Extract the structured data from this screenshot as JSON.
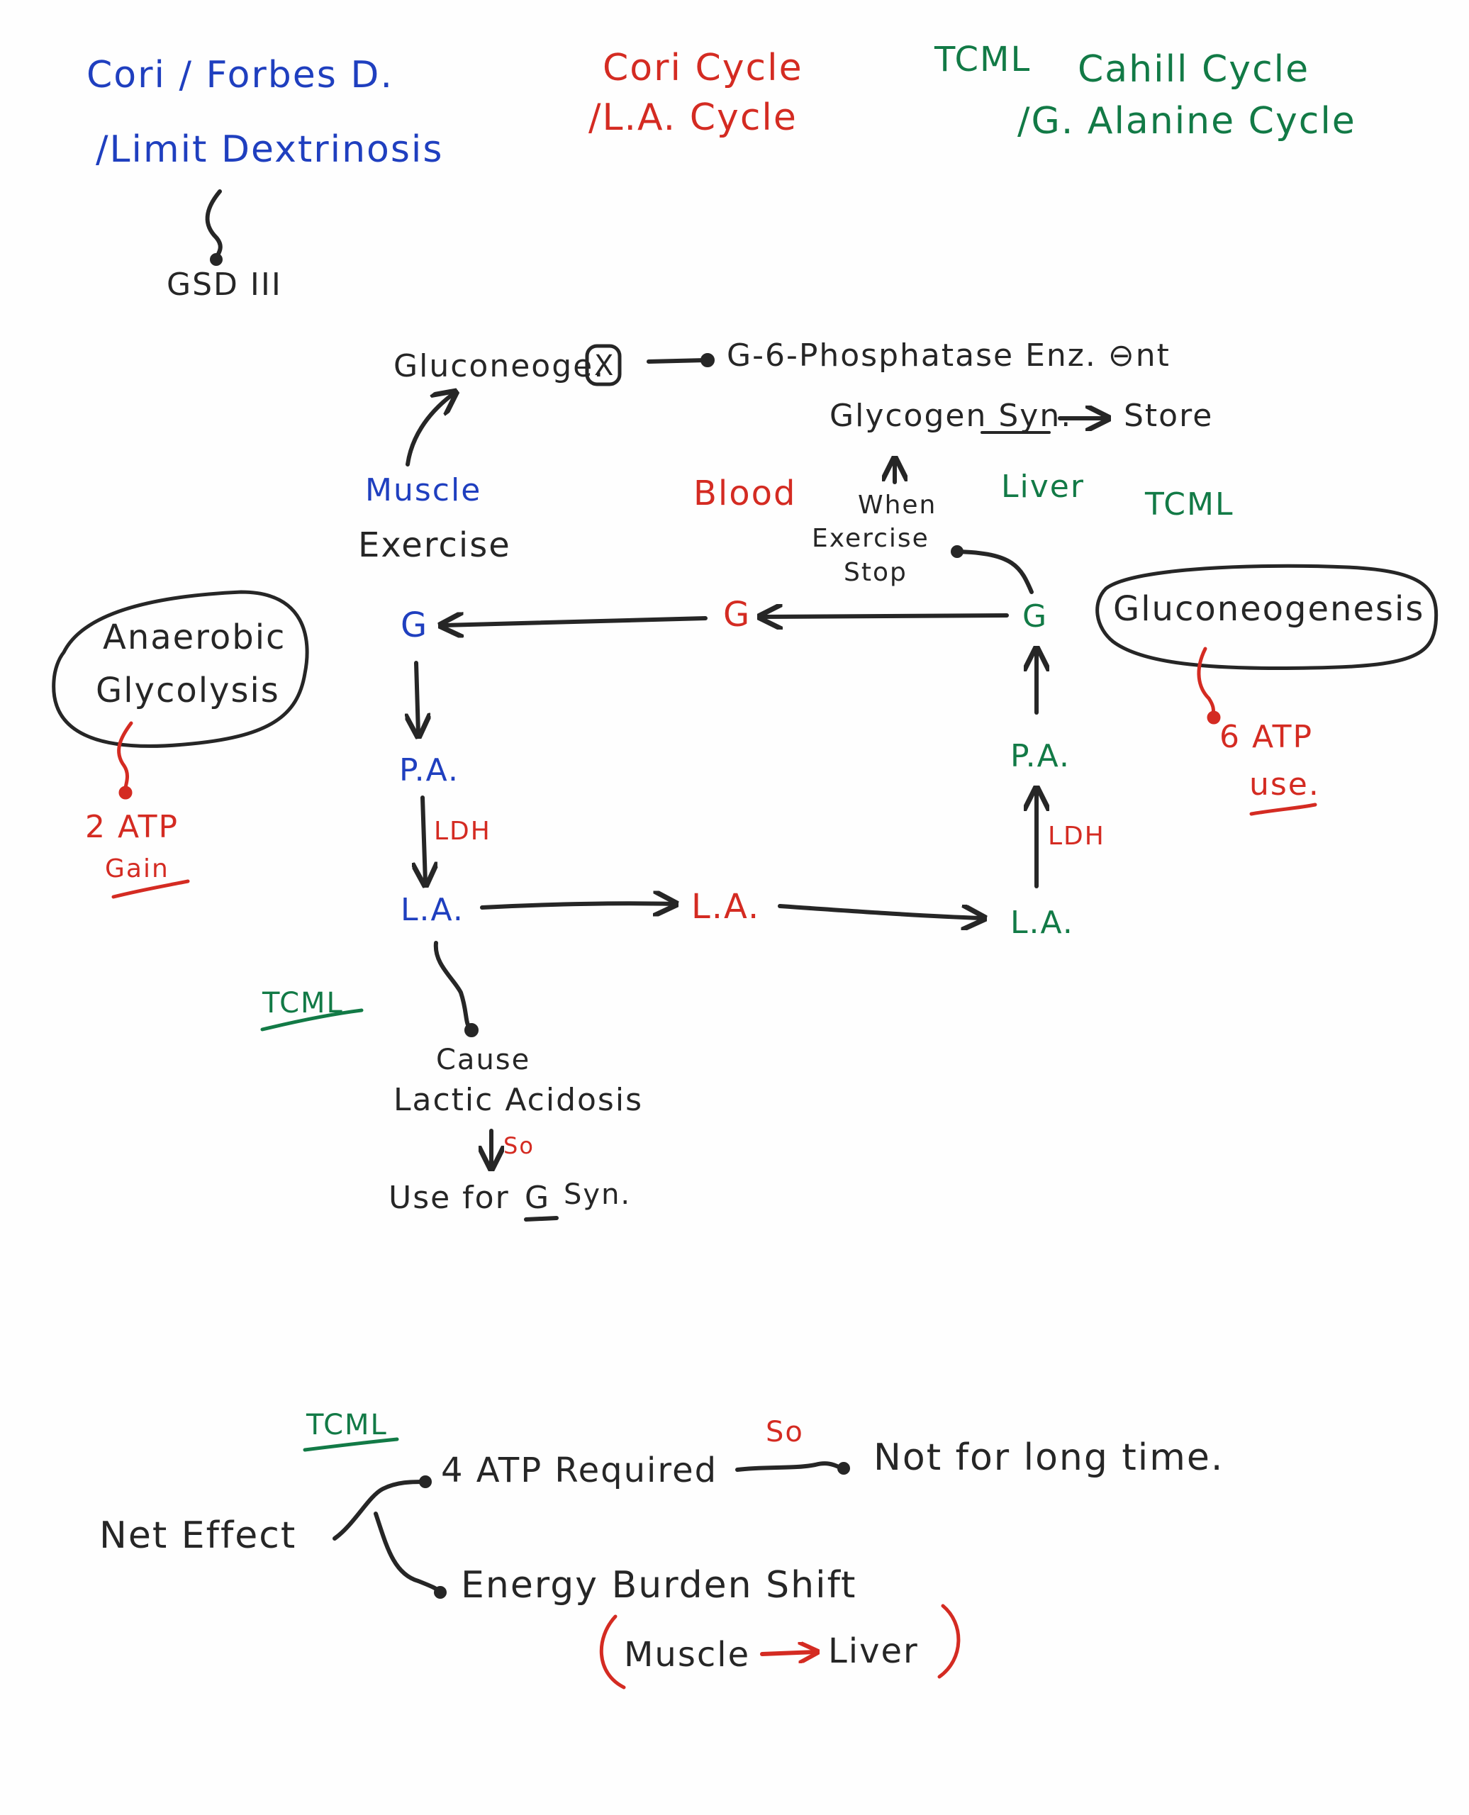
{
  "header": {
    "left": {
      "line1": "Cori / Forbes D.",
      "line2": "/Limit Dextrinosis",
      "sub": "GSD III"
    },
    "middle": {
      "line1": "Cori Cycle",
      "line2": "/L.A. Cycle"
    },
    "right": {
      "tag": "TCML",
      "line1": "Cahill Cycle",
      "line2": "/G. Alanine Cycle"
    }
  },
  "top_notes": {
    "gluconeo_blocked": "Gluconeoge.",
    "blocked_symbol": "X",
    "g6p_note": "G-6-Phosphatase Enz. ⊖nt",
    "glycogen_syn": "Glycogen Syn.",
    "store": "Store",
    "when_exercise_stop": [
      "When",
      "Exercise",
      "Stop"
    ]
  },
  "columns": {
    "muscle": {
      "label": "Muscle",
      "sub": "Exercise",
      "color": "#1f3fbf"
    },
    "blood": {
      "label": "Blood",
      "color": "#d42b22"
    },
    "liver": {
      "label": "Liver",
      "color": "#127a46"
    },
    "tag": "TCML"
  },
  "cycle": {
    "muscle": {
      "g": "G",
      "pa": "P.A.",
      "la": "L.A.",
      "enzyme": "LDH"
    },
    "blood": {
      "g": "G",
      "la": "L.A."
    },
    "liver": {
      "g": "G",
      "pa": "P.A.",
      "la": "L.A.",
      "enzyme": "LDH"
    }
  },
  "left_bubble": {
    "line1": "Anaerobic",
    "line2": "Glycolysis",
    "atp": "2 ATP",
    "atp_note": "Gain"
  },
  "right_bubble": {
    "text": "Gluconeogenesis",
    "atp": "6 ATP",
    "atp_note": "use."
  },
  "lactic": {
    "tag": "TCML",
    "line1": "Cause",
    "line2": "Lactic Acidosis",
    "so": "So",
    "line3_pre": "Use for",
    "line3_g": "G",
    "line3_post": "Syn."
  },
  "net_effect": {
    "tag": "TCML",
    "label": "Net Effect",
    "branch1": "4 ATP Required",
    "so": "So",
    "branch1_result": "Not for long time.",
    "branch2": "Energy Burden Shift",
    "shift_from": "Muscle",
    "shift_to": "Liver"
  }
}
